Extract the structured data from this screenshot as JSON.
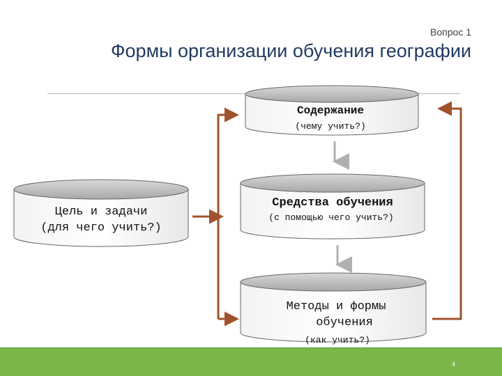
{
  "header": {
    "question": "Вопрос 1",
    "title": "Формы организации обучения географии"
  },
  "diagram": {
    "goal": {
      "line1": "Цель и задачи",
      "line2": "(для чего учить?)"
    },
    "content": {
      "title": "Содержание",
      "subtitle": "(чему учить?)"
    },
    "means": {
      "title": "Средства обучения",
      "subtitle": "(с помощью чего учить?)"
    },
    "methods": {
      "line1": "Методы и формы",
      "line2": "обучения",
      "subtitle": "(как учить?)"
    }
  },
  "footer": {
    "page_number": "4"
  },
  "colors": {
    "arrow": "#a0522d",
    "accent": "#7ab648",
    "title": "#1f3a5f"
  }
}
